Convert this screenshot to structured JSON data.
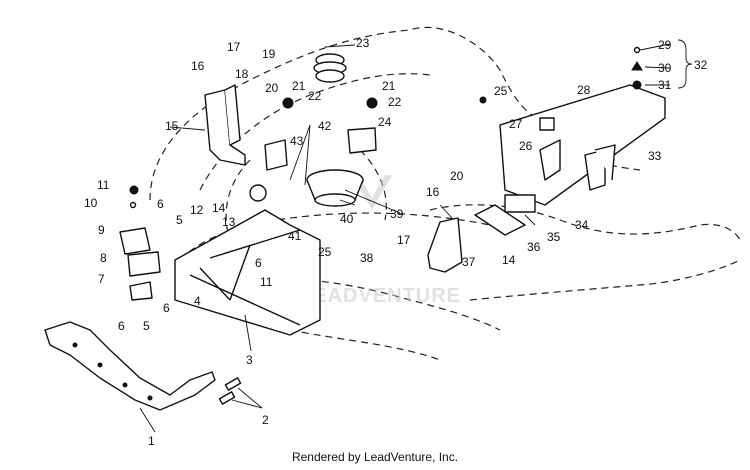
{
  "callouts": [
    {
      "id": "c1",
      "text": "1"
    },
    {
      "id": "c2",
      "text": "2"
    },
    {
      "id": "c3",
      "text": "3"
    },
    {
      "id": "c4",
      "text": "4"
    },
    {
      "id": "c5a",
      "text": "5"
    },
    {
      "id": "c5b",
      "text": "5"
    },
    {
      "id": "c6a",
      "text": "6"
    },
    {
      "id": "c6b",
      "text": "6"
    },
    {
      "id": "c6c",
      "text": "6"
    },
    {
      "id": "c6d",
      "text": "6"
    },
    {
      "id": "c7",
      "text": "7"
    },
    {
      "id": "c8",
      "text": "8"
    },
    {
      "id": "c9",
      "text": "9"
    },
    {
      "id": "c10",
      "text": "10"
    },
    {
      "id": "c11a",
      "text": "11"
    },
    {
      "id": "c11b",
      "text": "11"
    },
    {
      "id": "c12",
      "text": "12"
    },
    {
      "id": "c13",
      "text": "13"
    },
    {
      "id": "c14a",
      "text": "14"
    },
    {
      "id": "c14b",
      "text": "14"
    },
    {
      "id": "c15",
      "text": "15"
    },
    {
      "id": "c16a",
      "text": "16"
    },
    {
      "id": "c16b",
      "text": "16"
    },
    {
      "id": "c17a",
      "text": "17"
    },
    {
      "id": "c17b",
      "text": "17"
    },
    {
      "id": "c18",
      "text": "18"
    },
    {
      "id": "c19",
      "text": "19"
    },
    {
      "id": "c20a",
      "text": "20"
    },
    {
      "id": "c20b",
      "text": "20"
    },
    {
      "id": "c21a",
      "text": "21"
    },
    {
      "id": "c21b",
      "text": "21"
    },
    {
      "id": "c22a",
      "text": "22"
    },
    {
      "id": "c22b",
      "text": "22"
    },
    {
      "id": "c23",
      "text": "23"
    },
    {
      "id": "c24",
      "text": "24"
    },
    {
      "id": "c25a",
      "text": "25"
    },
    {
      "id": "c25b",
      "text": "25"
    },
    {
      "id": "c26",
      "text": "26"
    },
    {
      "id": "c27",
      "text": "27"
    },
    {
      "id": "c28",
      "text": "28"
    },
    {
      "id": "c29",
      "text": "29"
    },
    {
      "id": "c30",
      "text": "30"
    },
    {
      "id": "c31",
      "text": "31"
    },
    {
      "id": "c32",
      "text": "32"
    },
    {
      "id": "c33",
      "text": "33"
    },
    {
      "id": "c34",
      "text": "34"
    },
    {
      "id": "c35",
      "text": "35"
    },
    {
      "id": "c36",
      "text": "36"
    },
    {
      "id": "c37",
      "text": "37"
    },
    {
      "id": "c38",
      "text": "38"
    },
    {
      "id": "c39",
      "text": "39"
    },
    {
      "id": "c40",
      "text": "40"
    },
    {
      "id": "c41",
      "text": "41"
    },
    {
      "id": "c42",
      "text": "42"
    },
    {
      "id": "c43",
      "text": "43"
    }
  ],
  "footer": {
    "text": "Rendered by LeadVenture, Inc."
  },
  "watermark": {
    "text": "LEADVENTURE"
  },
  "colors": {
    "ink": "#111111",
    "paper": "#ffffff"
  }
}
